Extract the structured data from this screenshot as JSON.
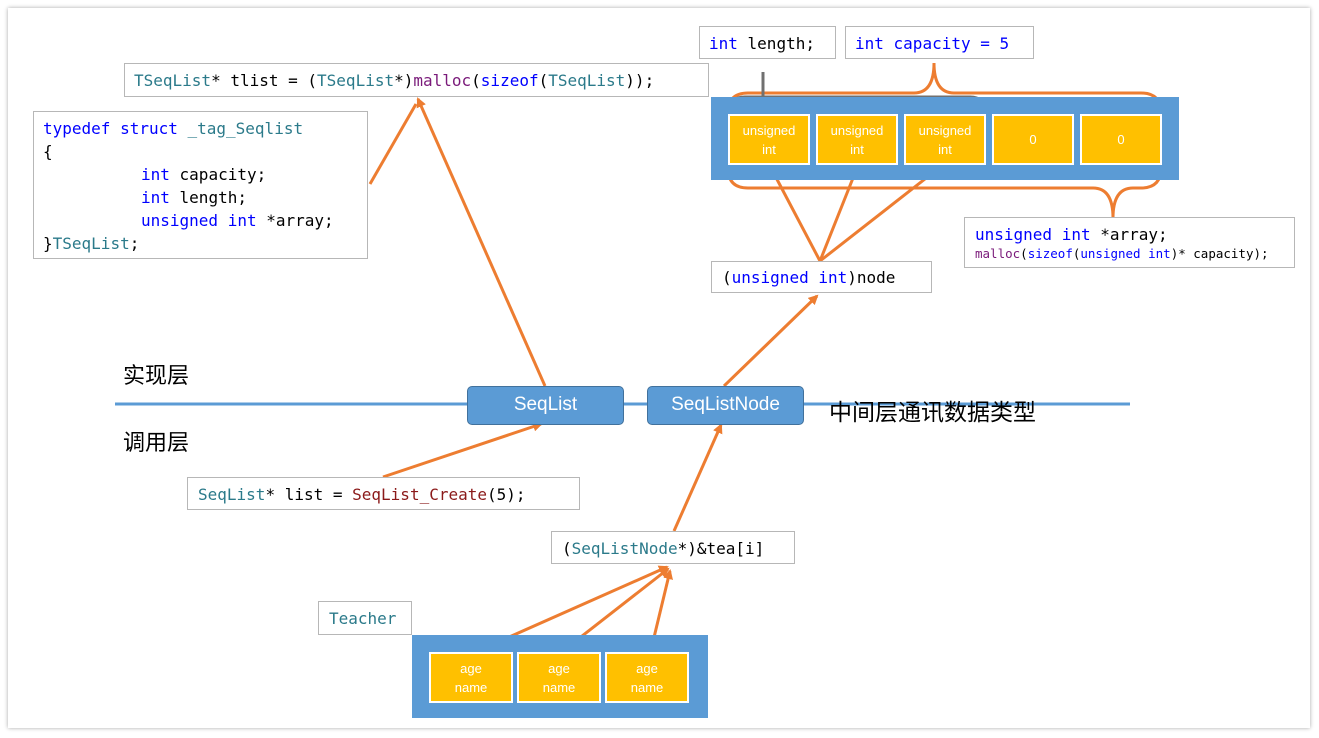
{
  "layers": {
    "impl": "实现层",
    "call": "调用层",
    "middle": "中间层通讯数据类型"
  },
  "pills": {
    "seqlist": "SeqList",
    "seqlistnode": "SeqListNode"
  },
  "code": {
    "malloc_line": {
      "t1": "TSeqList",
      "t2": "* tlist = (",
      "t3": "TSeqList",
      "t4": "*)",
      "t5": "malloc",
      "t6": "(",
      "t7": "sizeof",
      "t8": "(",
      "t9": "TSeqList",
      "t10": "));"
    },
    "struct": {
      "l1a": "typedef struct",
      "l1b": " _tag_Seqlist",
      "l2": "{",
      "l3a": "int",
      "l3b": " capacity;",
      "l4a": "int",
      "l4b": " length;",
      "l5a": "unsigned int",
      "l5b": " *array;",
      "l6a": "}",
      "l6b": "TSeqList",
      "l6c": ";"
    },
    "length_box": {
      "a": "int",
      "b": " length;"
    },
    "capacity_box": {
      "a": "int",
      "b": " capacity = 5"
    },
    "array_box": {
      "l1a": "unsigned int",
      "l1b": " *array;",
      "l2a": "malloc",
      "l2b": "(",
      "l2c": "sizeof",
      "l2d": "(",
      "l2e": "unsigned int",
      "l2f": ")* capacity);"
    },
    "cast_node": {
      "a": "(",
      "b": "unsigned int",
      "c": ")node"
    },
    "create_line": {
      "a": "SeqList",
      "b": "* list = ",
      "c": "SeqList_Create",
      "d": "(5);"
    },
    "cast_tea": {
      "a": "(",
      "b": "SeqListNode",
      "c": "*)&tea[i]"
    },
    "teacher": "Teacher"
  },
  "array_cells": [
    {
      "l1": "unsigned",
      "l2": "int"
    },
    {
      "l1": "unsigned",
      "l2": "int"
    },
    {
      "l1": "unsigned",
      "l2": "int"
    },
    {
      "l1": "0",
      "l2": ""
    },
    {
      "l1": "0",
      "l2": ""
    }
  ],
  "teacher_cells": [
    {
      "l1": "age",
      "l2": "name"
    },
    {
      "l1": "age",
      "l2": "name"
    },
    {
      "l1": "age",
      "l2": "name"
    }
  ],
  "colors": {
    "arrow": "#ed7d31",
    "box_blue": "#5b9bd5",
    "cell": "#ffc000",
    "divider": "#5b9bd5"
  }
}
